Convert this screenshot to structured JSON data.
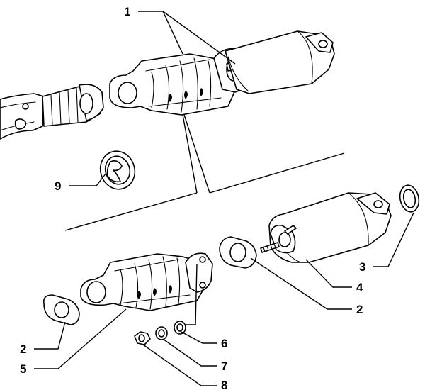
{
  "callouts": [
    {
      "id": "c1",
      "text": "1"
    },
    {
      "id": "c9",
      "text": "9"
    },
    {
      "id": "c3",
      "text": "3"
    },
    {
      "id": "c4",
      "text": "4"
    },
    {
      "id": "c2a",
      "text": "2"
    },
    {
      "id": "c2b",
      "text": "2"
    },
    {
      "id": "c5",
      "text": "5"
    },
    {
      "id": "c6",
      "text": "6"
    },
    {
      "id": "c7",
      "text": "7"
    },
    {
      "id": "c8",
      "text": "8"
    }
  ]
}
